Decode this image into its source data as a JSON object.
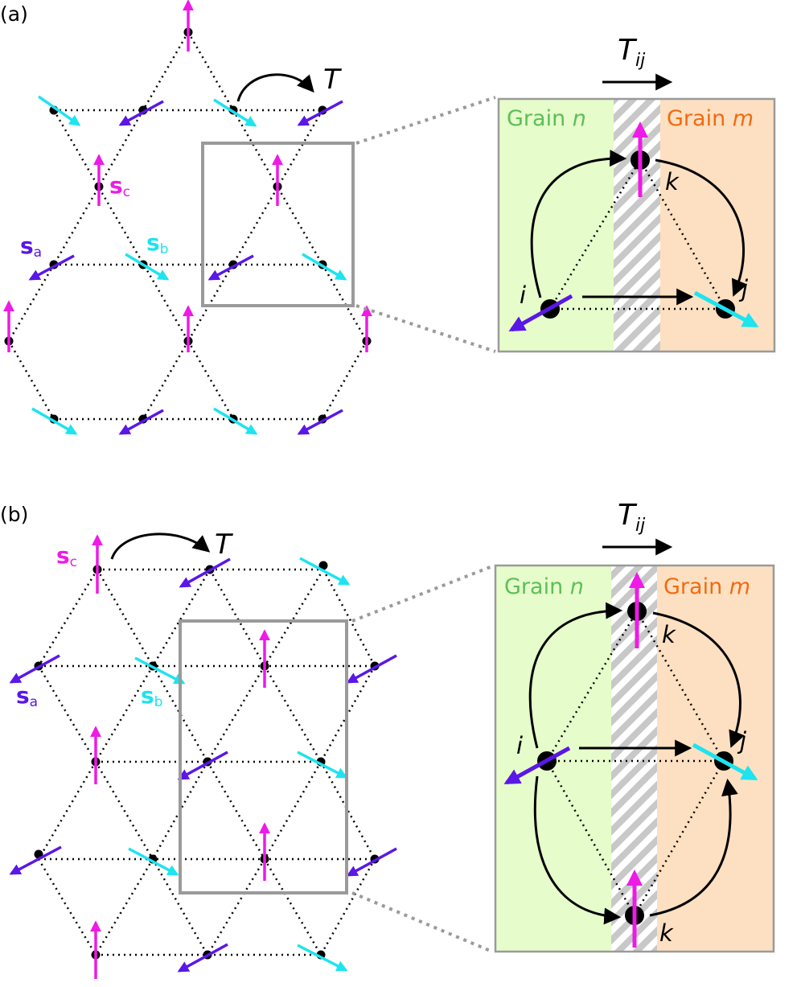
{
  "panel_a": {
    "label": "(a)",
    "transform_label": "T",
    "spin_a": {
      "base": "s",
      "sub": "a"
    },
    "spin_b": {
      "base": "s",
      "sub": "b"
    },
    "spin_c": {
      "base": "s",
      "sub": "c"
    },
    "zoom": {
      "transfer_main": "T",
      "transfer_sub": "ij",
      "grain_left_word": "Grain",
      "grain_left_var": "n",
      "grain_right_word": "Grain",
      "grain_right_var": "m",
      "site_i": "i",
      "site_j": "j",
      "site_k": "k"
    }
  },
  "panel_b": {
    "label": "(b)",
    "transform_label": "T",
    "spin_a": {
      "base": "s",
      "sub": "a"
    },
    "spin_b": {
      "base": "s",
      "sub": "b"
    },
    "spin_c": {
      "base": "s",
      "sub": "c"
    },
    "zoom": {
      "transfer_main": "T",
      "transfer_sub": "ij",
      "grain_left_word": "Grain",
      "grain_left_var": "n",
      "grain_right_word": "Grain",
      "grain_right_var": "m",
      "site_i": "i",
      "site_j": "j",
      "site_k_top": "k",
      "site_k_bottom": "k"
    }
  },
  "colors": {
    "spin_a": "#5a17e6",
    "spin_b": "#1ee3f0",
    "spin_c": "#ee1ae6",
    "grain_n_fill": "#e6fccb",
    "grain_m_fill": "#fde0c1",
    "grain_n_text": "#5cbf58",
    "grain_m_text": "#f26a12",
    "frame": "#9a9a9a",
    "hatch": "#c8c8c8"
  }
}
